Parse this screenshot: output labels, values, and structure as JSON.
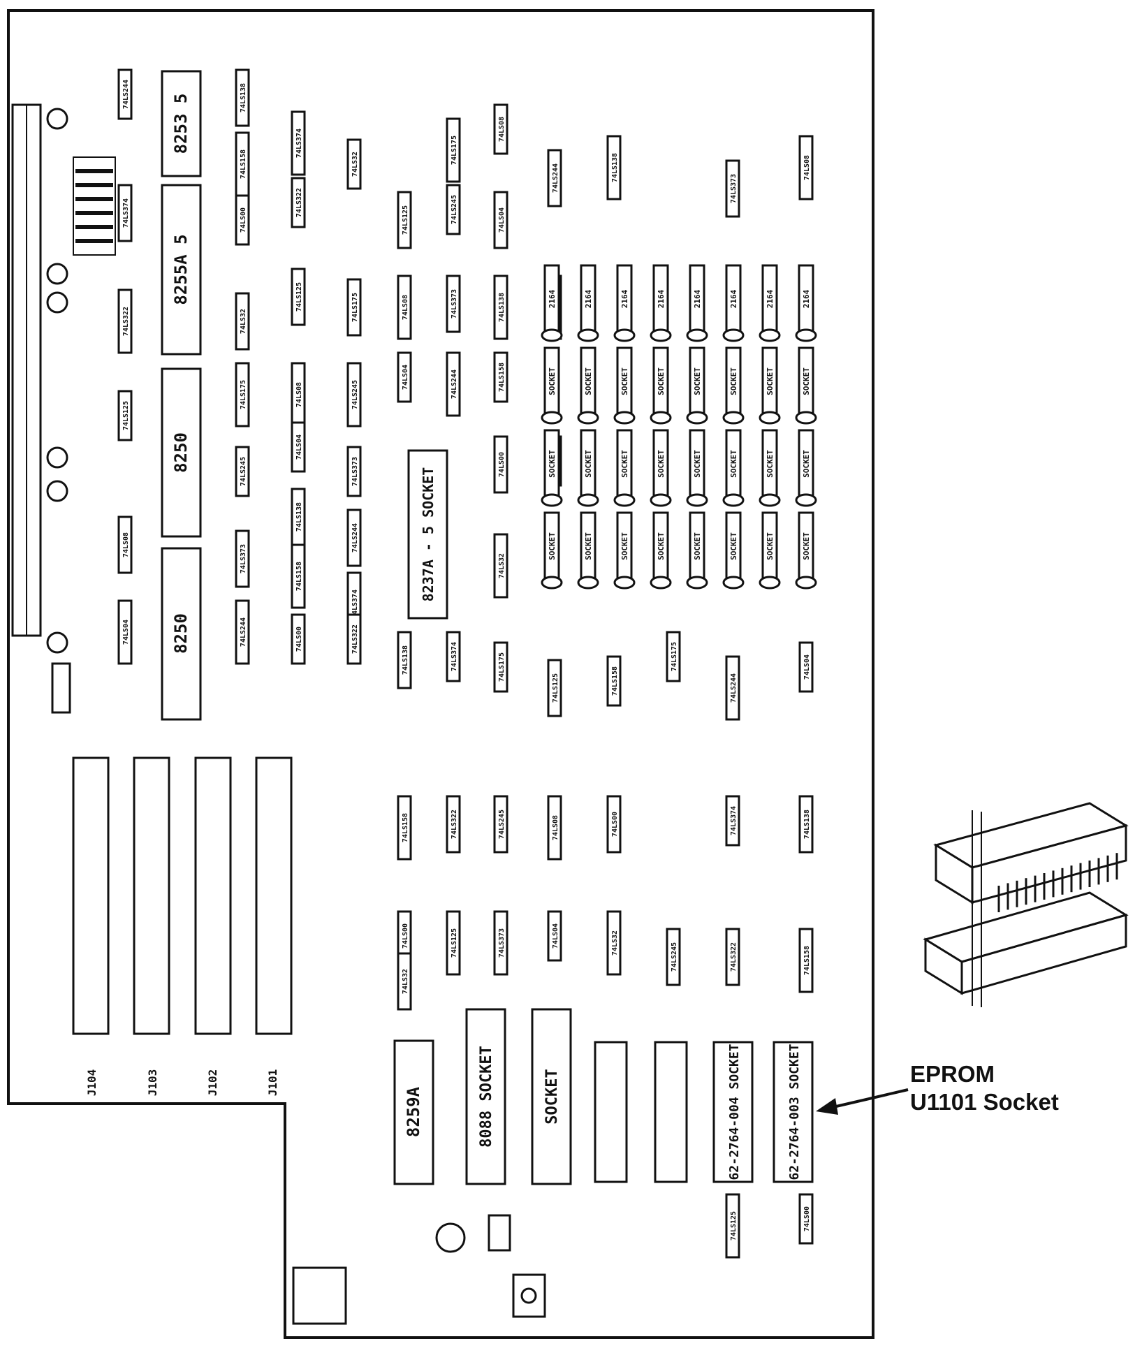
{
  "board": {
    "chips": [
      {
        "id": "c1",
        "label": "8253 5"
      },
      {
        "id": "c2",
        "label": "8255A 5"
      },
      {
        "id": "c3",
        "label": "8250"
      },
      {
        "id": "c4",
        "label": "8250"
      },
      {
        "id": "c5",
        "label": "8237A - 5 SOCKET"
      },
      {
        "id": "c6",
        "label": "8259A"
      },
      {
        "id": "c7",
        "label": "8088 SOCKET"
      },
      {
        "id": "c8",
        "label": "SOCKET"
      },
      {
        "id": "c9",
        "label": "62-2764-004 SOCKET"
      },
      {
        "id": "c10",
        "label": "62-2764-003 SOCKET"
      }
    ],
    "ram_label": "2164",
    "socket_label": "SOCKET",
    "slot_labels": [
      "J104",
      "J103",
      "J102",
      "J101"
    ],
    "logic_labels": [
      "74LS244",
      "74LS374",
      "74LS322",
      "74LS125",
      "74LS08",
      "74LS04",
      "74LS138",
      "74LS158",
      "74LS00",
      "74LS32",
      "74LS175",
      "74LS245",
      "74LS373"
    ]
  },
  "callout": {
    "line1": "EPROM",
    "line2": "U1101 Socket"
  }
}
